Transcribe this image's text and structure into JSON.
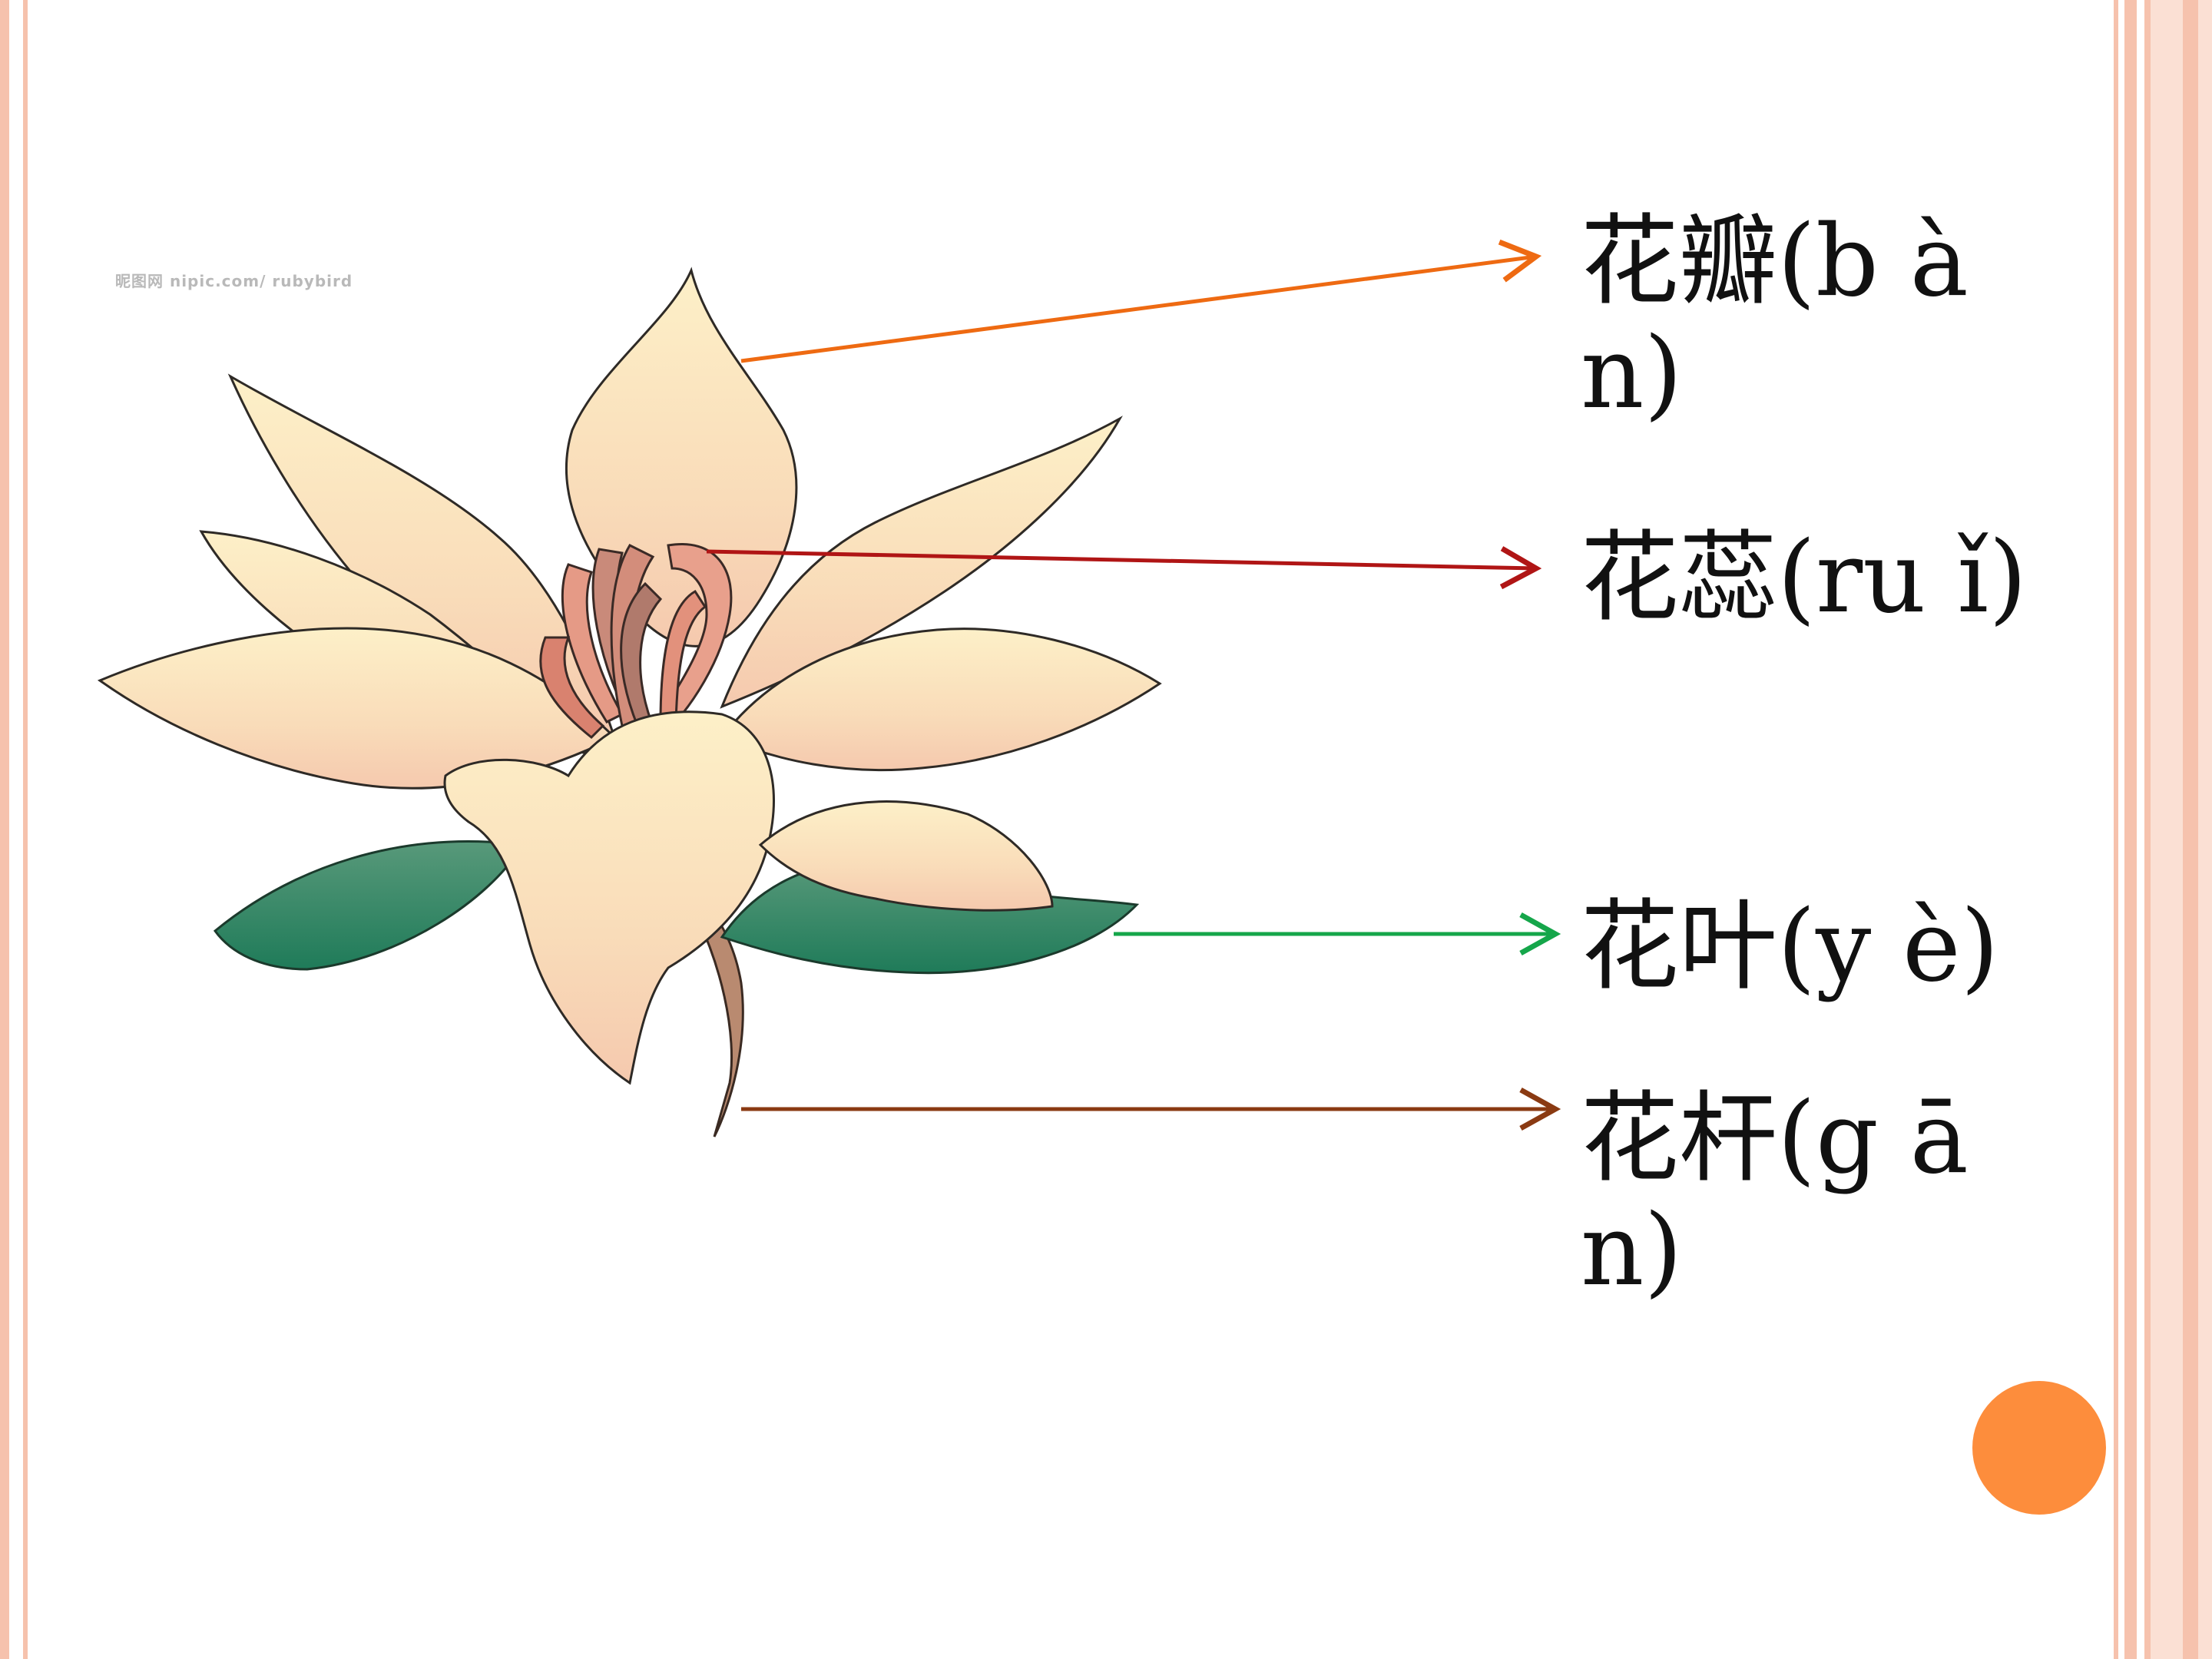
{
  "watermark": "昵图网 nipic.com/ rubybird",
  "labels": {
    "petal": "花瓣(b à\nn)",
    "stamen": "花蕊(ru ǐ)",
    "leaf": "花叶(y è)",
    "stem": "花杆(g ā\nn)"
  },
  "colors": {
    "petal_arrow": "#ee6a12",
    "stamen_arrow": "#b01515",
    "leaf_arrow": "#15a64a",
    "stem_arrow": "#8a3a12",
    "frame": "#f6c2ad",
    "accent_dot": "#fd8d3c",
    "petal_fill": "#fbe7c2",
    "leaf_fill": "#2f8a68"
  }
}
